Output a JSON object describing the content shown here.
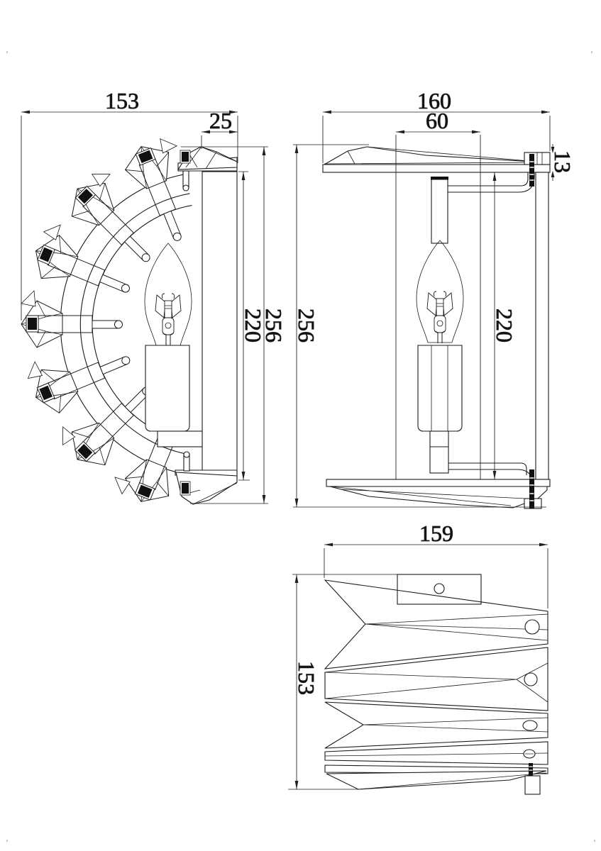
{
  "page": {
    "background": "#ffffff",
    "line_color": "#1b1b1b",
    "dim_color": "#1f1f1f"
  },
  "views": {
    "front": {
      "dim_width": "153",
      "dim_plate_width": "25",
      "dim_overall_height": "256",
      "dim_backplate_height": "220"
    },
    "side": {
      "dim_width": "160",
      "dim_inner_width": "60",
      "dim_canopy_thickness": "13",
      "dim_overall_height": "256",
      "dim_backplate_height": "220"
    },
    "top": {
      "dim_width": "159",
      "dim_depth": "153"
    }
  }
}
